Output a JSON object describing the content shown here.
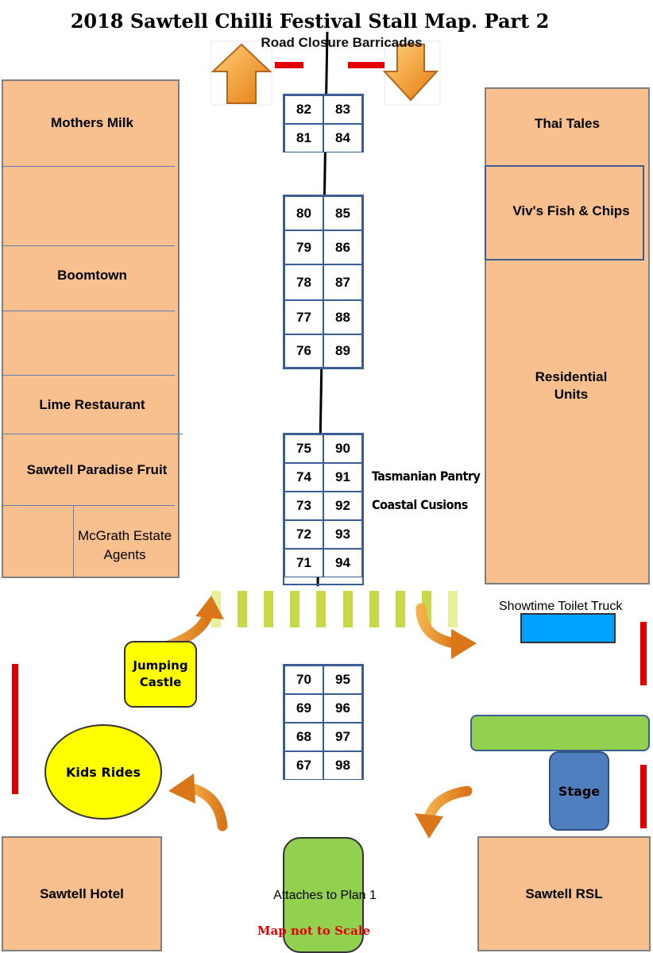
{
  "title": "2018 Sawtell Chilli Festival Stall Map. Part 2",
  "subtitle": "Road Closure Barricades",
  "left_blocks": {
    "b1": "Mothers Milk",
    "b3": "Boomtown",
    "b5": "Lime Restaurant",
    "b6": "Sawtell Paradise Fruit",
    "b7": "McGrath Estate Agents"
  },
  "right_blocks": {
    "thai": "Thai Tales",
    "vivs": "Viv's Fish & Chips",
    "residential": "Residential Units"
  },
  "stalls": {
    "g1": [
      [
        "82",
        "83"
      ],
      [
        "81",
        "84"
      ]
    ],
    "g2": [
      [
        "80",
        "85"
      ],
      [
        "79",
        "86"
      ],
      [
        "78",
        "87"
      ],
      [
        "77",
        "88"
      ],
      [
        "76",
        "89"
      ]
    ],
    "g3": [
      [
        "75",
        "90"
      ],
      [
        "74",
        "91"
      ],
      [
        "73",
        "92"
      ],
      [
        "72",
        "93"
      ],
      [
        "71",
        "94"
      ]
    ],
    "g4": [
      [
        "70",
        "95"
      ],
      [
        "69",
        "96"
      ],
      [
        "68",
        "97"
      ],
      [
        "67",
        "98"
      ]
    ]
  },
  "stall_labels": {
    "tasmanian": "Tasmanian Pantry",
    "coastal": "Coastal Cusions"
  },
  "facilities": {
    "toilet": "Showtime Toilet Truck",
    "jumping": "Jumping Castle",
    "kids": "Kids Rides",
    "stage": "Stage",
    "plan": "Attaches to Plan 1",
    "scale": "Map not to Scale",
    "hotel": "Sawtell Hotel",
    "rsl": "Sawtell RSL"
  },
  "colors": {
    "building": "#f8c08f",
    "stall_border": "#3a5e93",
    "crossing": "#c9d847",
    "jumping": "#ffff00",
    "toilet": "#00a2ff",
    "green": "#92d050",
    "stage": "#4f7fbf",
    "barrier": "#e00000",
    "arrow": "#e08a2a"
  }
}
